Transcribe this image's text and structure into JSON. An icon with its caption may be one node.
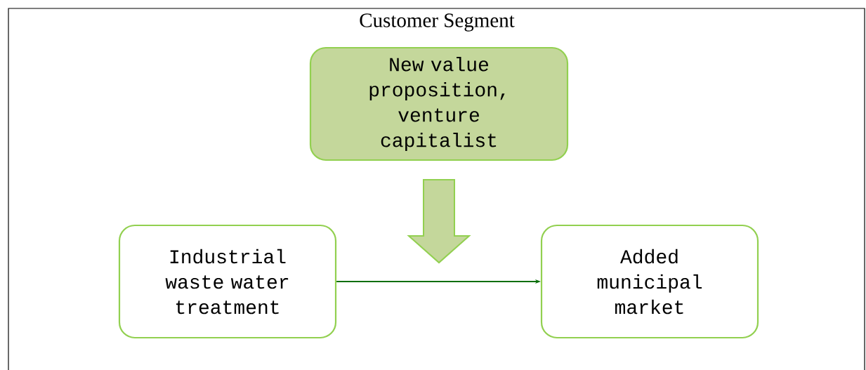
{
  "diagram": {
    "title": "Customer Segment",
    "nodes": [
      {
        "text": [
          "New value proposition, venture capitalist"
        ]
      },
      {
        "text": [
          "Industrial waste water treatment"
        ]
      },
      {
        "text": [
          "Added municipal market"
        ]
      }
    ],
    "edges": [
      {
        "from": 0,
        "to": null,
        "arrow": "to",
        "style": "thick",
        "color": "#92d050"
      },
      {
        "from": 1,
        "to": 2,
        "arrow": "to",
        "color": "#0a6e0a"
      }
    ]
  }
}
